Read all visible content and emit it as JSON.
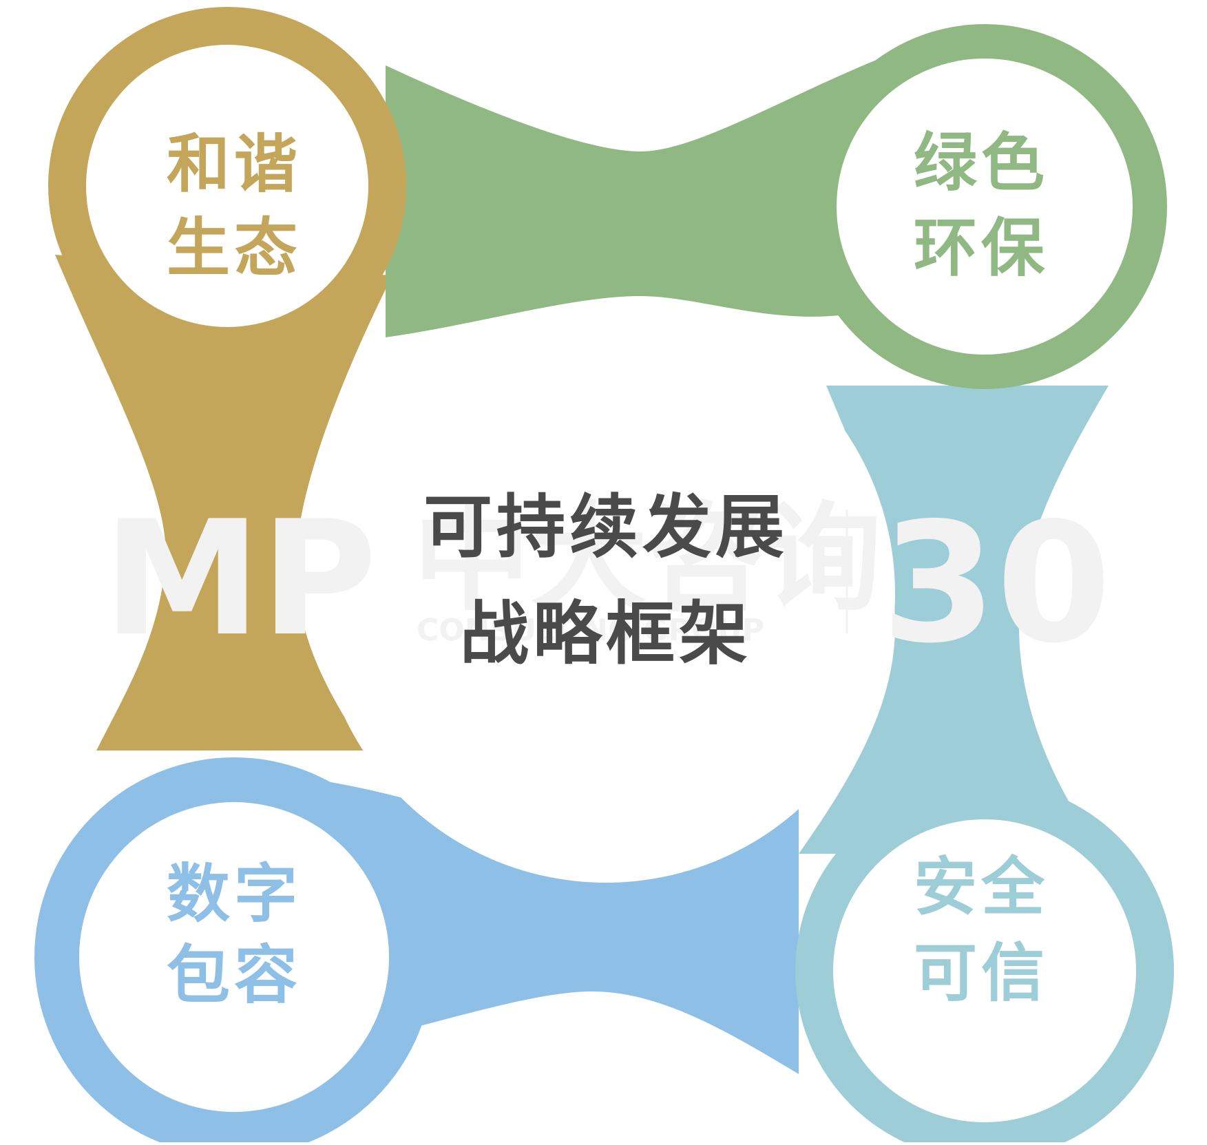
{
  "diagram": {
    "center": {
      "line1": "可持续发展",
      "line2": "战略框架",
      "color": "#4a4a4a"
    },
    "nodes": {
      "harmony": {
        "line1": "和谐",
        "line2": "生态",
        "color": "#c4a65a"
      },
      "green": {
        "line1": "绿色",
        "line2": "环保",
        "color": "#8fb882"
      },
      "digital": {
        "line1": "数字",
        "line2": "包容",
        "color": "#8ebfe6"
      },
      "secure": {
        "line1": "安全",
        "line2": "可信",
        "color": "#9dcdd6"
      }
    }
  },
  "watermark": {
    "logo": "MP",
    "brand": "中大咨询",
    "subtitle": "CONSULTING GROUP",
    "badge": "30",
    "color": "#f2f2f2"
  }
}
